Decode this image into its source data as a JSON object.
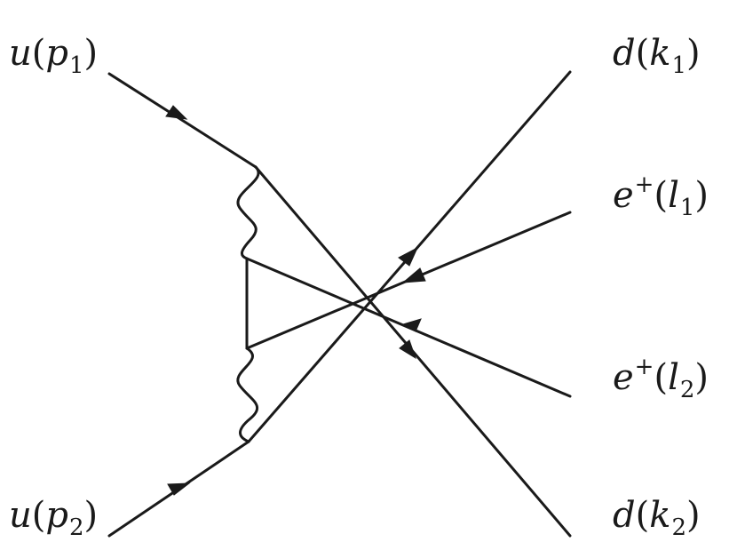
{
  "diagram": {
    "line_color": "#1a1a1a",
    "labels": {
      "in_top": {
        "field": "u",
        "sup": "",
        "momentum": "p",
        "index": "1"
      },
      "in_bottom": {
        "field": "u",
        "sup": "",
        "momentum": "p",
        "index": "2"
      },
      "out_1": {
        "field": "d",
        "sup": "",
        "momentum": "k",
        "index": "1"
      },
      "out_2": {
        "field": "e",
        "sup": "+",
        "momentum": "l",
        "index": "1"
      },
      "out_3": {
        "field": "e",
        "sup": "+",
        "momentum": "l",
        "index": "2"
      },
      "out_4": {
        "field": "d",
        "sup": "",
        "momentum": "k",
        "index": "2"
      }
    }
  }
}
